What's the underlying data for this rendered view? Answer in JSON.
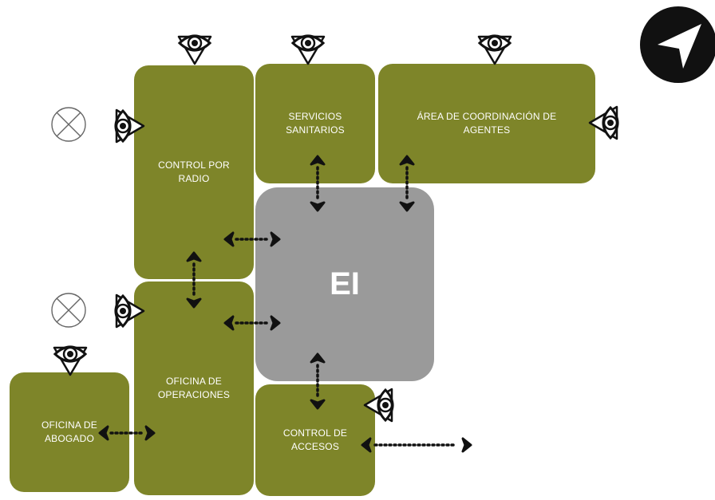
{
  "colors": {
    "room": "#7e8529",
    "core": "#9a9a9a",
    "ink": "#111111",
    "label": "#ffffff"
  },
  "rooms": {
    "control_radio": "CONTROL POR\nRADIO",
    "servicios": "SERVICIOS\nSANITARIOS",
    "coordinacion": "ÁREA DE COORDINACIÓN DE\nAGENTES",
    "operaciones": "OFICINA DE\nOPERACIONES",
    "abogado": "OFICINA DE\nABOGADO",
    "accesos": "CONTROL DE\nACCESOS"
  },
  "core_label": "EI",
  "icons": {
    "direction": "navigation-arrow-icon",
    "observation": "eye-icon",
    "light": "lamp-icon"
  }
}
